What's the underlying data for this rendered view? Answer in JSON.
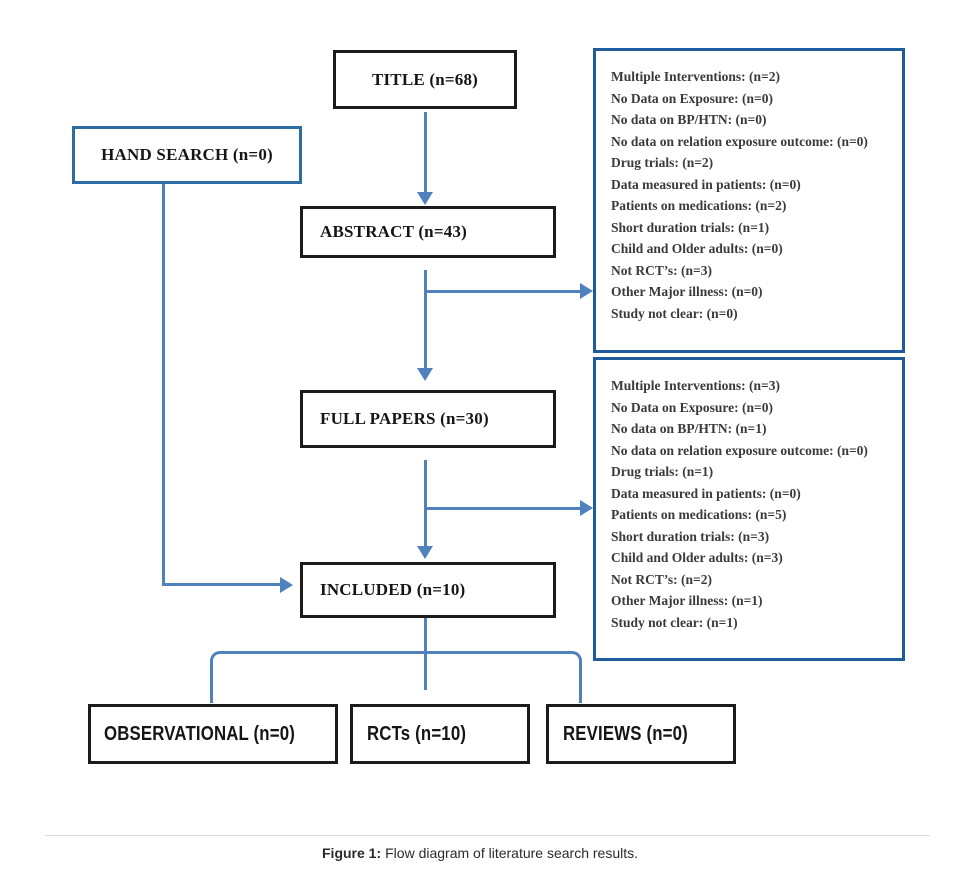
{
  "figure": {
    "boxes": {
      "title": "TITLE (n=68)",
      "hand_search": "HAND SEARCH (n=0)",
      "abstract": "ABSTRACT (n=43)",
      "full_papers": "FULL PAPERS (n=30)",
      "included": "INCLUDED (n=10)",
      "observational": "OBSERVATIONAL (n=0)",
      "rcts": "RCTs (n=10)",
      "reviews": "REVIEWS (n=0)"
    },
    "exclusions_abstract_stage": [
      "Multiple Interventions: (n=2)",
      "No Data on Exposure: (n=0)",
      "No data on BP/HTN: (n=0)",
      "No data on relation exposure outcome: (n=0)",
      "Drug trials: (n=2)",
      "Data measured in patients: (n=0)",
      "Patients on medications: (n=2)",
      "Short duration trials: (n=1)",
      "Child and Older adults: (n=0)",
      "Not RCT’s: (n=3)",
      "Other Major illness: (n=0)",
      "Study not clear: (n=0)"
    ],
    "exclusions_fullpaper_stage": [
      "Multiple Interventions: (n=3)",
      "No Data on Exposure: (n=0)",
      "No data on BP/HTN: (n=1)",
      "No data on relation exposure outcome: (n=0)",
      "Drug trials: (n=1)",
      "Data measured in patients: (n=0)",
      "Patients on medications: (n=5)",
      "Short duration trials: (n=3)",
      "Child and Older adults: (n=3)",
      "Not RCT’s: (n=2)",
      "Other Major illness: (n=1)",
      "Study not clear: (n=1)"
    ]
  },
  "caption": {
    "label": "Figure 1:",
    "text": "Flow diagram of literature search results."
  },
  "colors": {
    "connector_blue": "#4f81bd",
    "panel_border_blue": "#1e5c9e",
    "box_border_black": "#1b1b1b",
    "hand_search_border_blue": "#2e6da4"
  }
}
